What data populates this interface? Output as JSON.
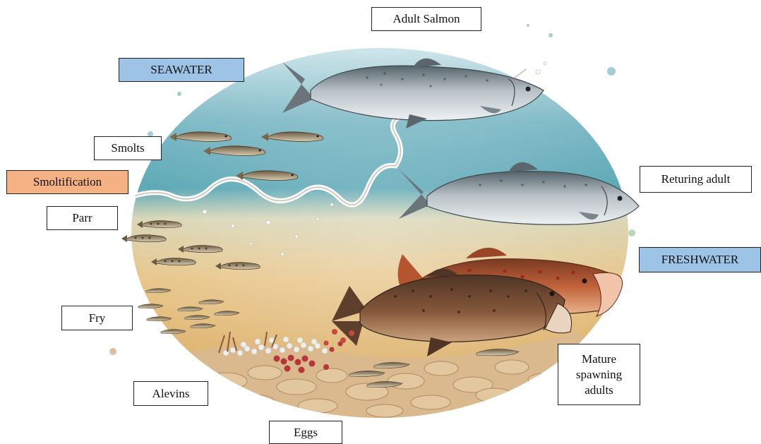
{
  "labels": {
    "adult_salmon": "Adult Salmon",
    "seawater": "SEAWATER",
    "smolts": "Smolts",
    "smoltification": "Smoltification",
    "parr": "Parr",
    "returning_adult": "Returing adult",
    "freshwater": "FRESHWATER",
    "fry": "Fry",
    "mature_line1": "Mature",
    "mature_line2": "spawning",
    "mature_line3": "adults",
    "alevins": "Alevins",
    "eggs": "Eggs"
  },
  "colors": {
    "seawater_box": "#9dc3e6",
    "smoltification_box": "#f4b183",
    "sea": "#5aa7b5",
    "fresh": "#e3b774",
    "silver_fish": "#b9c2c6",
    "spawning_fish": "#8a5a3c",
    "male_spawner": "#b5552f",
    "juvenile": "#9a8f74"
  }
}
